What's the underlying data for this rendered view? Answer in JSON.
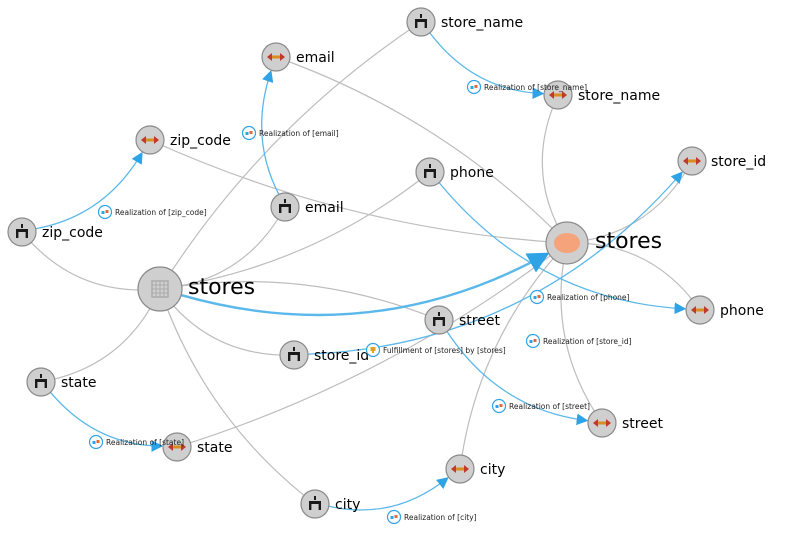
{
  "diagram": {
    "nodes": [
      {
        "id": "store_name_col",
        "label": "store_name",
        "kind": "column"
      },
      {
        "id": "email_attr",
        "label": "email",
        "kind": "attribute"
      },
      {
        "id": "store_name_attr",
        "label": "store_name",
        "kind": "attribute"
      },
      {
        "id": "zip_code_attr",
        "label": "zip_code",
        "kind": "attribute"
      },
      {
        "id": "store_id_attr",
        "label": "store_id",
        "kind": "attribute"
      },
      {
        "id": "phone_col",
        "label": "phone",
        "kind": "column"
      },
      {
        "id": "email_col",
        "label": "email",
        "kind": "column"
      },
      {
        "id": "zip_code_col",
        "label": "zip_code",
        "kind": "column"
      },
      {
        "id": "stores_entity",
        "label": "stores",
        "kind": "entity"
      },
      {
        "id": "stores_table",
        "label": "stores",
        "kind": "table"
      },
      {
        "id": "phone_attr",
        "label": "phone",
        "kind": "attribute"
      },
      {
        "id": "street_col",
        "label": "street",
        "kind": "column"
      },
      {
        "id": "store_id_col",
        "label": "store_id",
        "kind": "column"
      },
      {
        "id": "state_col",
        "label": "state",
        "kind": "column"
      },
      {
        "id": "street_attr",
        "label": "street",
        "kind": "attribute"
      },
      {
        "id": "state_attr",
        "label": "state",
        "kind": "attribute"
      },
      {
        "id": "city_attr",
        "label": "city",
        "kind": "attribute"
      },
      {
        "id": "city_col",
        "label": "city",
        "kind": "column"
      }
    ],
    "relations": [
      {
        "from": "store_name_col",
        "to": "store_name_attr",
        "label": "Realization of [store_name]"
      },
      {
        "from": "email_col",
        "to": "email_attr",
        "label": "Realization of [email]"
      },
      {
        "from": "zip_code_col",
        "to": "zip_code_attr",
        "label": "Realization of [zip_code]"
      },
      {
        "from": "phone_col",
        "to": "phone_attr",
        "label": "Realization of [phone]"
      },
      {
        "from": "store_id_col",
        "to": "store_id_attr",
        "label": "Realization of [store_id]"
      },
      {
        "from": "stores_table",
        "to": "stores_entity",
        "label": "Fulfillment of [stores] by [stores]"
      },
      {
        "from": "street_col",
        "to": "street_attr",
        "label": "Realization of [street]"
      },
      {
        "from": "state_col",
        "to": "state_attr",
        "label": "Realization of [state]"
      },
      {
        "from": "city_col",
        "to": "city_attr",
        "label": "Realization of [city]"
      }
    ],
    "links": [
      {
        "from": "stores_table",
        "to": "store_name_col"
      },
      {
        "from": "stores_table",
        "to": "email_col"
      },
      {
        "from": "stores_table",
        "to": "zip_code_col"
      },
      {
        "from": "stores_table",
        "to": "phone_col"
      },
      {
        "from": "stores_table",
        "to": "street_col"
      },
      {
        "from": "stores_table",
        "to": "store_id_col"
      },
      {
        "from": "stores_table",
        "to": "state_col"
      },
      {
        "from": "stores_table",
        "to": "city_col"
      },
      {
        "from": "stores_entity",
        "to": "store_name_attr"
      },
      {
        "from": "stores_entity",
        "to": "email_attr"
      },
      {
        "from": "stores_entity",
        "to": "zip_code_attr"
      },
      {
        "from": "stores_entity",
        "to": "store_id_attr"
      },
      {
        "from": "stores_entity",
        "to": "phone_attr"
      },
      {
        "from": "stores_entity",
        "to": "street_attr"
      },
      {
        "from": "stores_entity",
        "to": "state_attr"
      },
      {
        "from": "stores_entity",
        "to": "city_attr"
      }
    ]
  },
  "colors": {
    "link": "#bdbdbd",
    "relation": "#5bb8ea",
    "arrow": "#2fa3e6",
    "node_fill": "#cfcfcf",
    "node_stroke": "#8a8a8a",
    "attribute_icon": "#c0392b",
    "entity_fill": "#f4a37a",
    "table_icon": "#ababab"
  },
  "icons": {
    "column": "column-icon",
    "attribute": "attribute-icon",
    "entity": "entity-icon",
    "table": "table-icon",
    "relation": "relation-icon"
  }
}
